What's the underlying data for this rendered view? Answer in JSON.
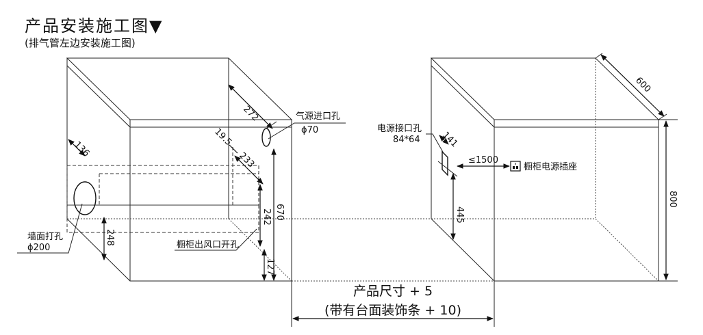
{
  "header": {
    "title": "产品安装施工图▼",
    "subtitle": "(排气管左边安装施工图)"
  },
  "labels": {
    "air_inlet": "气源进口孔",
    "air_inlet_size": "ϕ70",
    "wall_hole": "墙面打孔",
    "wall_hole_size": "ϕ200",
    "cabinet_outlet": "橱柜出风口开孔",
    "power_port": "电源接口孔",
    "power_port_size": "84*64",
    "power_socket": "橱柜电源插座",
    "product_size": "产品尺寸 + 5",
    "product_size_trim": "(带有台面装饰条 + 10)"
  },
  "dimensions": {
    "d272": "272",
    "d19_5": "19.5",
    "d233": "233",
    "d136": "136",
    "d670": "670",
    "d242": "242",
    "d248": "248",
    "d127": "127",
    "d141": "141",
    "d1500": "≤1500",
    "d445": "445",
    "d600": "600",
    "d800": "800"
  },
  "icons": {
    "socket": "power-socket-icon"
  }
}
